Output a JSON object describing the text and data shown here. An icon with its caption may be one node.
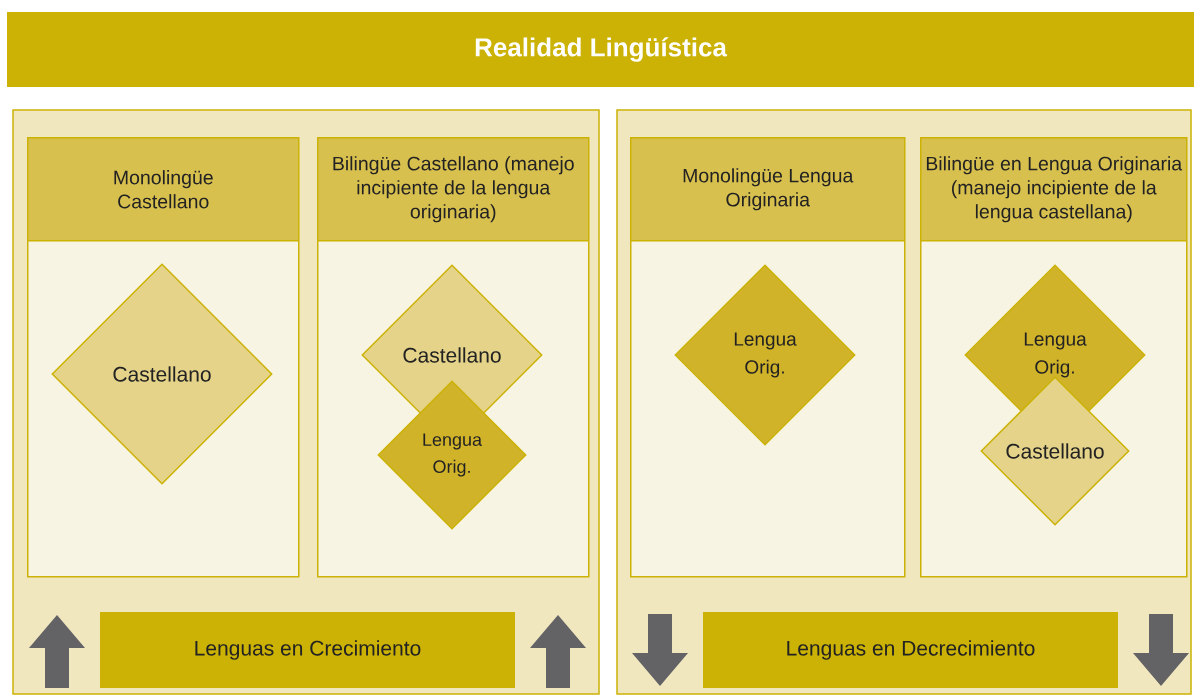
{
  "diagram": {
    "nodes": [
      {
        "text": [
          "Realidad Lingüística"
        ]
      },
      {
        "text": [],
        "shape": "box"
      },
      {
        "text": [
          "Monolingüe Castellano"
        ],
        "in": 1
      },
      {
        "text": [
          "Castellano"
        ],
        "in": 2
      },
      {
        "text": [
          "Bilingüe Castellano (manejo incipiente de la lengua originaria)"
        ],
        "in": 1
      },
      {
        "text": [
          "Castellano"
        ],
        "in": 4
      },
      {
        "text": [
          "Lengua Orig."
        ],
        "in": 4
      },
      {
        "text": [
          "Lenguas en Crecimiento"
        ],
        "in": 1
      },
      {
        "text": [],
        "shape": "box"
      },
      {
        "text": [
          "Monolingüe Lengua Originaria"
        ],
        "in": 8
      },
      {
        "text": [
          "Lengua Orig."
        ],
        "in": 9
      },
      {
        "text": [
          "Bilingüe en Lengua Originaria (manejo incipiente de la lengua castellana)"
        ],
        "in": 8
      },
      {
        "text": [
          "Lengua Orig."
        ],
        "in": 11
      },
      {
        "text": [
          "Castellano"
        ],
        "in": 11
      },
      {
        "text": [
          "Lenguas en Decrecimiento"
        ],
        "in": 8
      }
    ]
  }
}
